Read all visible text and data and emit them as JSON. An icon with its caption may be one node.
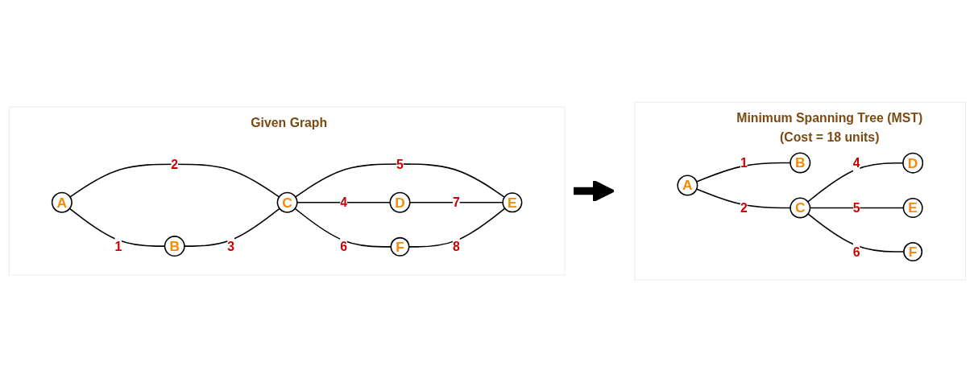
{
  "diagram": {
    "nodes": [
      {
        "text": [
          "Given Graph"
        ]
      },
      {
        "text": [
          "A"
        ],
        "in": 0
      },
      {
        "text": [
          "B"
        ],
        "in": 0
      },
      {
        "text": [
          "C"
        ],
        "in": 0
      },
      {
        "text": [
          "D"
        ],
        "in": 0
      },
      {
        "text": [
          "E"
        ],
        "in": 0
      },
      {
        "text": [
          "F"
        ],
        "in": 0
      },
      {
        "text": [
          "Minimum Spanning Tree (MST)",
          "(Cost = 18 units)"
        ]
      },
      {
        "text": [
          "A"
        ],
        "in": 7
      },
      {
        "text": [
          "B"
        ],
        "in": 7
      },
      {
        "text": [
          "C"
        ],
        "in": 7
      },
      {
        "text": [
          "D"
        ],
        "in": 7
      },
      {
        "text": [
          "E"
        ],
        "in": 7
      },
      {
        "text": [
          "F"
        ],
        "in": 7
      }
    ],
    "edges": [
      {
        "from": 1,
        "to": 2,
        "arrow": "none",
        "label": "1"
      },
      {
        "from": 1,
        "to": 3,
        "arrow": "none",
        "label": "2"
      },
      {
        "from": 2,
        "to": 3,
        "arrow": "none",
        "label": "3"
      },
      {
        "from": 3,
        "to": 4,
        "arrow": "none",
        "label": "4"
      },
      {
        "from": 3,
        "to": 5,
        "arrow": "none",
        "label": "5"
      },
      {
        "from": 3,
        "to": 6,
        "arrow": "none",
        "label": "6"
      },
      {
        "from": 4,
        "to": 5,
        "arrow": "none",
        "label": "7"
      },
      {
        "from": 6,
        "to": 5,
        "arrow": "none",
        "label": "8"
      },
      {
        "from": 8,
        "to": 9,
        "arrow": "none",
        "label": "1"
      },
      {
        "from": 8,
        "to": 10,
        "arrow": "none",
        "label": "2"
      },
      {
        "from": 10,
        "to": 11,
        "arrow": "none",
        "label": "4"
      },
      {
        "from": 10,
        "to": 12,
        "arrow": "none",
        "label": "5"
      },
      {
        "from": 10,
        "to": 13,
        "arrow": "none",
        "label": "6"
      },
      {
        "from": 0,
        "to": 7,
        "arrow": "to",
        "style": "thick"
      }
    ]
  }
}
